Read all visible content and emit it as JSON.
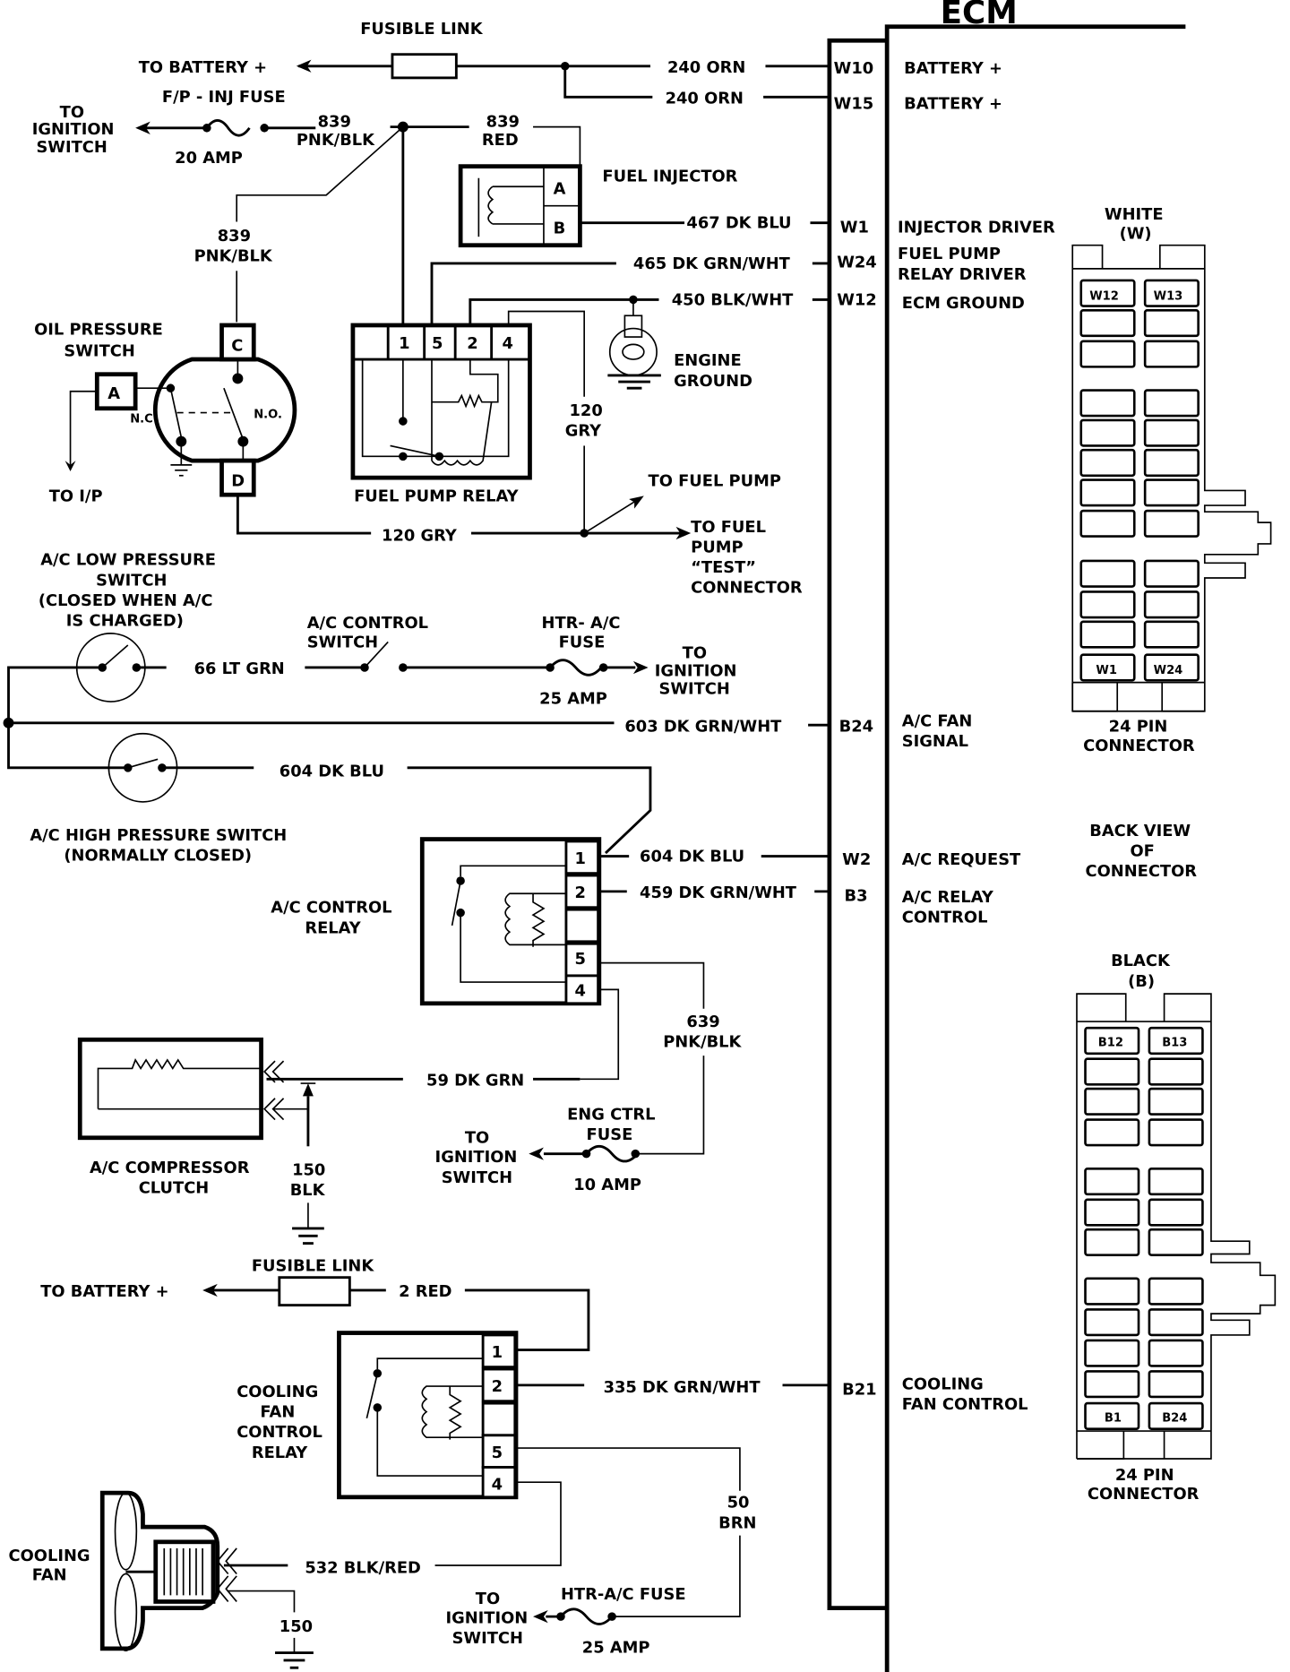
{
  "diagram": {
    "title": "ECM",
    "ecm_pins": [
      {
        "pin": "W10",
        "function": "BATTERY +",
        "wire": "240 ORN"
      },
      {
        "pin": "W15",
        "function": "BATTERY +",
        "wire": "240 ORN"
      },
      {
        "pin": "W1",
        "function": "INJECTOR DRIVER",
        "wire": "467 DK BLU"
      },
      {
        "pin": "W24",
        "function_line1": "FUEL PUMP",
        "function_line2": "RELAY DRIVER",
        "wire": "465 DK GRN/WHT"
      },
      {
        "pin": "W12",
        "function": "ECM GROUND",
        "wire": "450 BLK/WHT"
      },
      {
        "pin": "B24",
        "function_line1": "A/C FAN",
        "function_line2": "SIGNAL",
        "wire": "603 DK GRN/WHT"
      },
      {
        "pin": "W2",
        "function": "A/C REQUEST",
        "wire": "604 DK BLU"
      },
      {
        "pin": "B3",
        "function_line1": "A/C RELAY",
        "function_line2": "CONTROL",
        "wire": "459 DK GRN/WHT"
      },
      {
        "pin": "B21",
        "function_line1": "COOLING",
        "function_line2": "FAN CONTROL",
        "wire": "335 DK GRN/WHT"
      }
    ],
    "top": {
      "fusible_link": "FUSIBLE LINK",
      "to_battery": "TO BATTERY +",
      "fp_inj_fuse": "F/P - INJ FUSE",
      "fuse_20": "20 AMP",
      "to_ign_1": "TO",
      "to_ign_2": "IGNITION",
      "to_ign_3": "SWITCH",
      "w839_num": "839",
      "w839_pnkblk": "PNK/BLK",
      "w839_red": "RED",
      "fuel_injector": "FUEL INJECTOR",
      "inj_pin_a": "A",
      "inj_pin_b": "B"
    },
    "oil_switch": {
      "label_1": "OIL PRESSURE",
      "label_2": "SWITCH",
      "pin_a": "A",
      "pin_c": "C",
      "pin_d": "D",
      "nc": "N.C",
      "no": "N.O.",
      "to_ip": "TO I/P"
    },
    "fuel_pump_relay": {
      "label": "FUEL PUMP RELAY",
      "pins": [
        "1",
        "5",
        "2",
        "4"
      ],
      "w120_num": "120",
      "w120_color": "GRY",
      "w120_full": "120 GRY",
      "engine_ground_1": "ENGINE",
      "engine_ground_2": "GROUND",
      "to_fuel_pump": "TO FUEL PUMP",
      "test_1": "TO FUEL",
      "test_2": "PUMP",
      "test_3": "“TEST”",
      "test_4": "CONNECTOR"
    },
    "ac": {
      "low_1": "A/C LOW PRESSURE",
      "low_2": "SWITCH",
      "low_3": "(CLOSED WHEN A/C",
      "low_4": "IS CHARGED)",
      "w66": "66 LT GRN",
      "ctrl_sw_1": "A/C CONTROL",
      "ctrl_sw_2": "SWITCH",
      "htr_1": "HTR- A/C",
      "htr_2": "FUSE",
      "fuse_25": "25 AMP",
      "high_1": "A/C HIGH PRESSURE SWITCH",
      "high_2": "(NORMALLY CLOSED)",
      "w604": "604  DK BLU",
      "relay_1": "A/C CONTROL",
      "relay_2": "RELAY",
      "relay_pins": [
        "1",
        "2",
        "5",
        "4"
      ],
      "w639_num": "639",
      "w639_color": "PNK/BLK",
      "w59": "59 DK GRN",
      "clutch_1": "A/C COMPRESSOR",
      "clutch_2": "CLUTCH",
      "w150_num": "150",
      "w150_color": "BLK",
      "eng_fuse_1": "ENG CTRL",
      "eng_fuse_2": "FUSE",
      "fuse_10": "10 AMP"
    },
    "cooling": {
      "fusible_link": "FUSIBLE LINK",
      "to_battery": "TO BATTERY +",
      "w2": "2 RED",
      "relay_1": "COOLING",
      "relay_2": "FAN",
      "relay_3": "CONTROL",
      "relay_4": "RELAY",
      "relay_pins": [
        "1",
        "2",
        "5",
        "4"
      ],
      "w50_num": "50",
      "w50_color": "BRN",
      "fan_1": "COOLING",
      "fan_2": "FAN",
      "w532": "532 BLK/RED",
      "w150": "150",
      "htr_fuse": "HTR-A/C FUSE",
      "fuse_25": "25 AMP"
    },
    "connectors": {
      "white_1": "WHITE",
      "white_2": "(W)",
      "white_top": [
        "W12",
        "W13"
      ],
      "white_bottom": [
        "W1",
        "W24"
      ],
      "black_1": "BLACK",
      "black_2": "(B)",
      "black_top": [
        "B12",
        "B13"
      ],
      "black_bottom": [
        "B1",
        "B24"
      ],
      "pin_count": "24  PIN",
      "connector": "CONNECTOR",
      "back_1": "BACK VIEW",
      "back_2": "OF",
      "back_3": "CONNECTOR"
    }
  }
}
